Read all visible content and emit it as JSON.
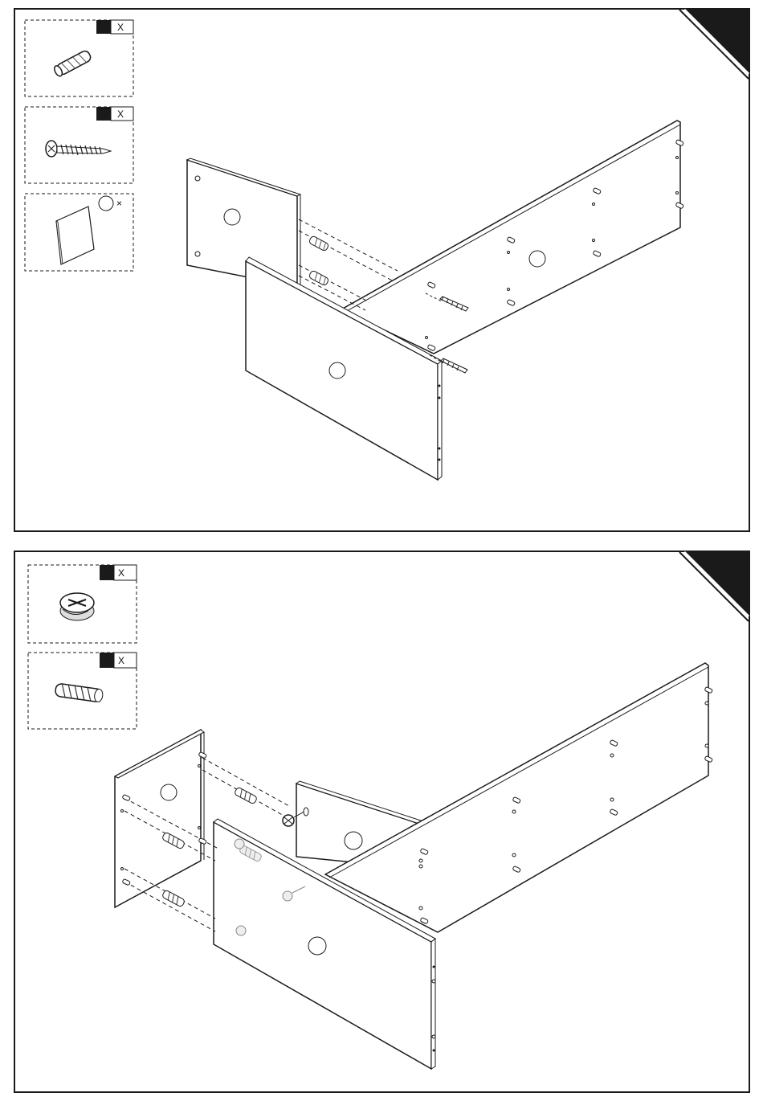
{
  "steps": [
    {
      "id": "step1",
      "parts": [
        {
          "icon": "dowel-icon",
          "qty_label": "X"
        },
        {
          "icon": "screw-icon",
          "qty_label": "X"
        },
        {
          "icon": "panel-icon",
          "qty_label": "×"
        }
      ]
    },
    {
      "id": "step2",
      "parts": [
        {
          "icon": "cam-lock-icon",
          "qty_label": "X"
        },
        {
          "icon": "dowel-icon",
          "qty_label": "X"
        }
      ]
    }
  ],
  "colors": {
    "line": "#1a1a1a",
    "fill": "#ffffff",
    "dark": "#1a1a1a"
  }
}
